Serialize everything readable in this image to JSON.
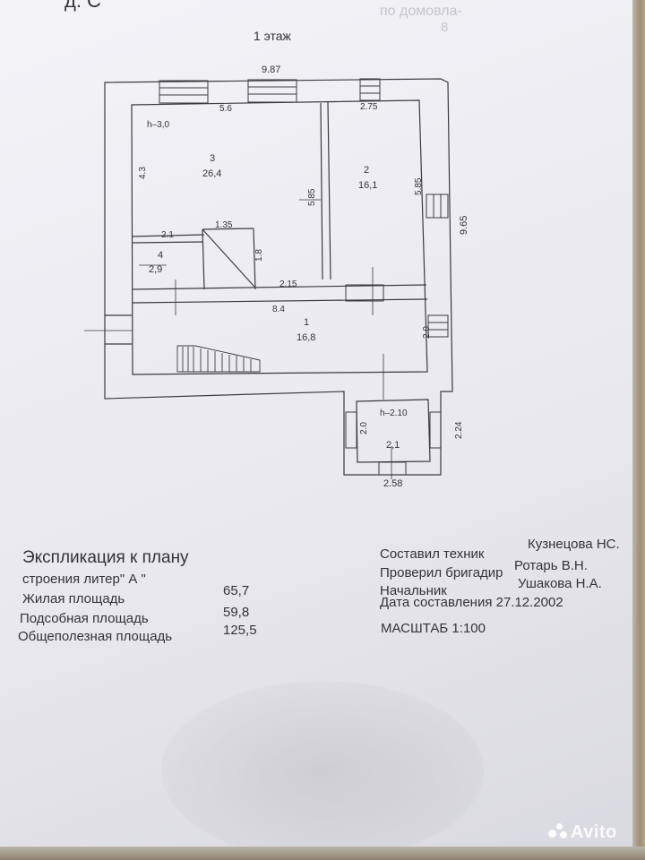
{
  "header": {
    "top_fragment": "д. С",
    "faded_note_1": "по домовла-",
    "faded_note_2": "8",
    "floor_title": "1 этаж"
  },
  "plan": {
    "rooms": [
      {
        "num": "3",
        "area": "26,4"
      },
      {
        "num": "2",
        "area": "16,1"
      },
      {
        "num": "4",
        "area": "2,9"
      },
      {
        "num": "1",
        "area": "16,8"
      },
      {
        "num": "",
        "area": "2,1"
      }
    ],
    "dims": {
      "overall_width": "9.87",
      "overall_depth": "9.65",
      "room3_width": "5.6",
      "room2_width": "2.75",
      "room3_height": "h–3,0",
      "room3_depth": "4.3",
      "inner_wall_len": "5.85",
      "room2_depth": "5.85",
      "room4_width": "2.1",
      "stair_width": "1.35",
      "stair_depth": "1.8",
      "corr_width": "2.15",
      "hall_width": "8.4",
      "hall_depth": "2.0",
      "porch_height": "h–2.10",
      "porch_depth": "2.0",
      "porch_depth_outer": "2.24",
      "porch_width": "2.58"
    }
  },
  "explication": {
    "title": "Экспликация к плану",
    "subtitle": "строения литер\" А \"",
    "rows": [
      {
        "label": "Жилая площадь",
        "value": "65,7"
      },
      {
        "label": "Подсобная площадь",
        "value": "59,8"
      },
      {
        "label": "Общеполезная площадь",
        "value": "125,5"
      }
    ]
  },
  "signatures": {
    "rows": [
      {
        "label": "Составил техник",
        "value": "Кузнецова НС."
      },
      {
        "label": "Проверил бригадир",
        "value": "Ротарь В.Н."
      },
      {
        "label": "Начальник",
        "value": "Ушакова Н.А."
      }
    ],
    "date_line": "Дата составления 27.12.2002",
    "scale": "МАСШТАБ 1:100"
  },
  "watermark": {
    "brand": "Avito"
  }
}
